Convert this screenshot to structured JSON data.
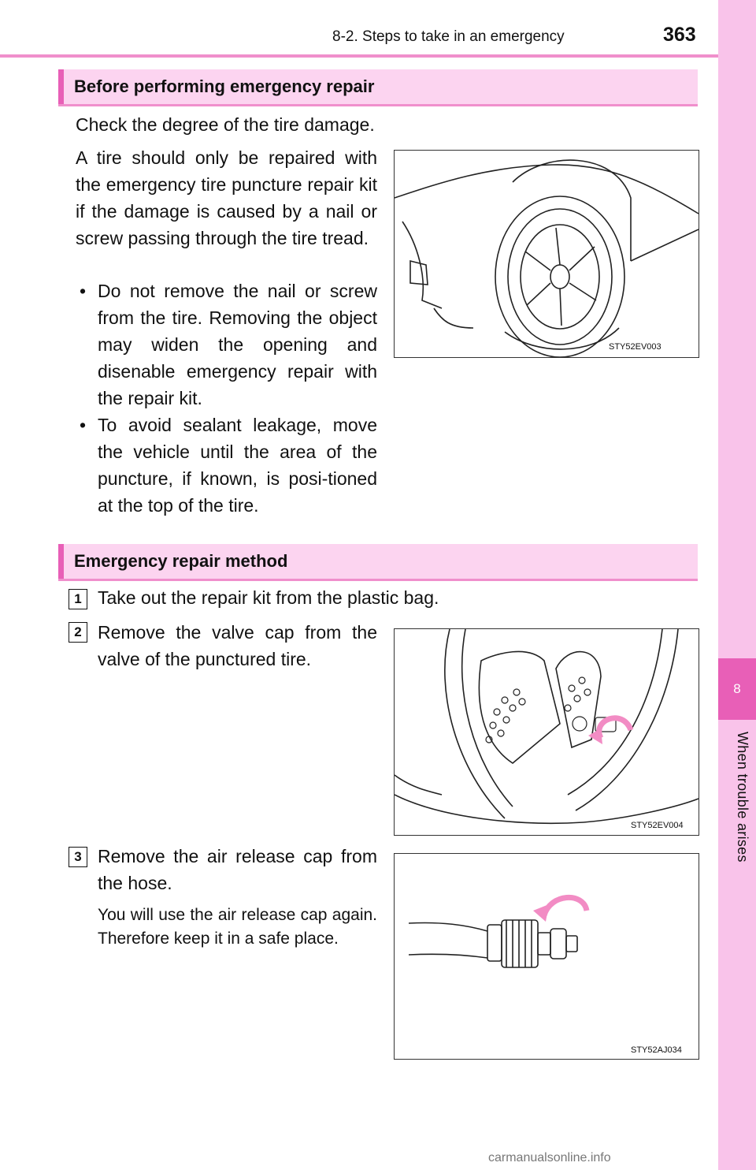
{
  "header": {
    "section_title": "8-2. Steps to take in an emergency",
    "page_number": "363"
  },
  "side_tab": {
    "chapter_number": "8",
    "chapter_title": "When trouble arises"
  },
  "section1": {
    "title": "Before performing emergency repair",
    "intro": "Check the degree of the tire damage.",
    "paragraph": "A tire should only be repaired with the emergency tire puncture repair kit if the damage is caused by a nail or screw passing through the tire tread.",
    "bullets": [
      "Do not remove the nail or screw from the tire. Removing the object may widen the opening and disenable emergency repair with the repair kit.",
      "To avoid sealant leakage, move the vehicle until the area of the puncture, if known, is posi-tioned at the top of the tire."
    ],
    "bullet_mark": "•",
    "figure_code": "STY52EV003"
  },
  "section2": {
    "title": "Emergency repair method",
    "steps": [
      {
        "number": "1",
        "text": "Take out the repair kit from the plastic bag."
      },
      {
        "number": "2",
        "text": "Remove the valve cap from the valve of the punctured tire.",
        "figure_code": "STY52EV004"
      },
      {
        "number": "3",
        "text": "Remove the air release cap from the hose.",
        "note": "You will use the air release cap again. Therefore keep it in a safe place.",
        "figure_code": "STY52AJ034"
      }
    ]
  },
  "watermark": "carmanualsonline.info",
  "colors": {
    "accent_pink": "#e85fb7",
    "light_pink": "#fcd4f0",
    "tab_pink": "#f9c3ea",
    "arrow_pink": "#f28cc4"
  }
}
